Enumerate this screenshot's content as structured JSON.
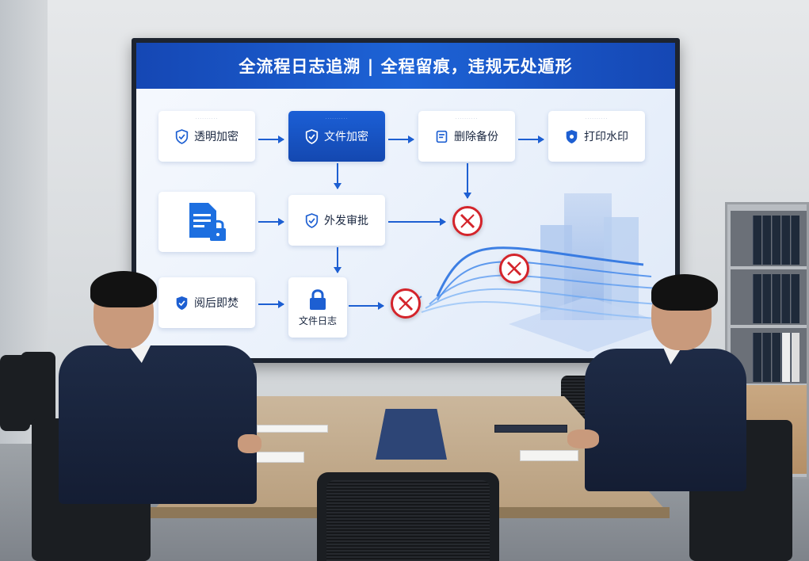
{
  "screen": {
    "title": "全流程日志追溯 | 全程留痕，违规无处遁形",
    "nodes": {
      "transparent_encrypt": "透明加密",
      "file_encrypt": "文件加密",
      "delete_backup": "删除备份",
      "print_watermark": "打印水印",
      "outgoing_approval": "外发审批",
      "burn_after_reading": "阅后即焚",
      "file_log": "文件日志"
    }
  },
  "colors": {
    "banner": "#1547b4",
    "accent": "#1d5fd2",
    "prohibit": "#d4242b"
  }
}
